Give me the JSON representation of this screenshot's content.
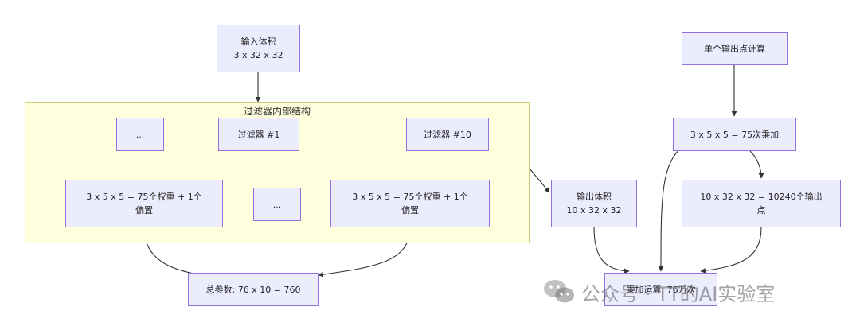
{
  "diagram": {
    "subgraph": {
      "title": "过滤器内部结构"
    },
    "nodes": {
      "input_volume": {
        "line1": "输入体积",
        "line2": "3 x 32 x 32"
      },
      "single_output_calc": {
        "line1": "单个输出点计算"
      },
      "ellipsis_top": {
        "line1": "..."
      },
      "filter_1": {
        "line1": "过滤器 #1"
      },
      "filter_10": {
        "line1": "过滤器 #10"
      },
      "mult_add_75": {
        "line1": "3 x 5 x 5 = 75次乘加"
      },
      "weights_1": {
        "line1": "3 x 5 x 5 = 75个权重 + 1个",
        "line2": "偏置"
      },
      "ellipsis_mid": {
        "line1": "..."
      },
      "weights_10": {
        "line1": "3 x 5 x 5 = 75个权重 + 1个",
        "line2": "偏置"
      },
      "output_volume": {
        "line1": "输出体积",
        "line2": "10 x 32 x 32"
      },
      "output_points": {
        "line1": "10 x 32 x 32 = 10240个输出",
        "line2": "点"
      },
      "total_params": {
        "line1": "总参数: 76 x 10 = 760"
      },
      "total_ops": {
        "line1": "乘加运算: 76万次"
      }
    },
    "edge_color": "#333333",
    "node_fill": "#ececff",
    "node_border": "#9370db",
    "subgraph_fill": "#ffffdd",
    "subgraph_border": "#cdcd78"
  },
  "watermark": {
    "text": "公众号 · TT的AI实验室",
    "icon": "wechat-icon"
  }
}
